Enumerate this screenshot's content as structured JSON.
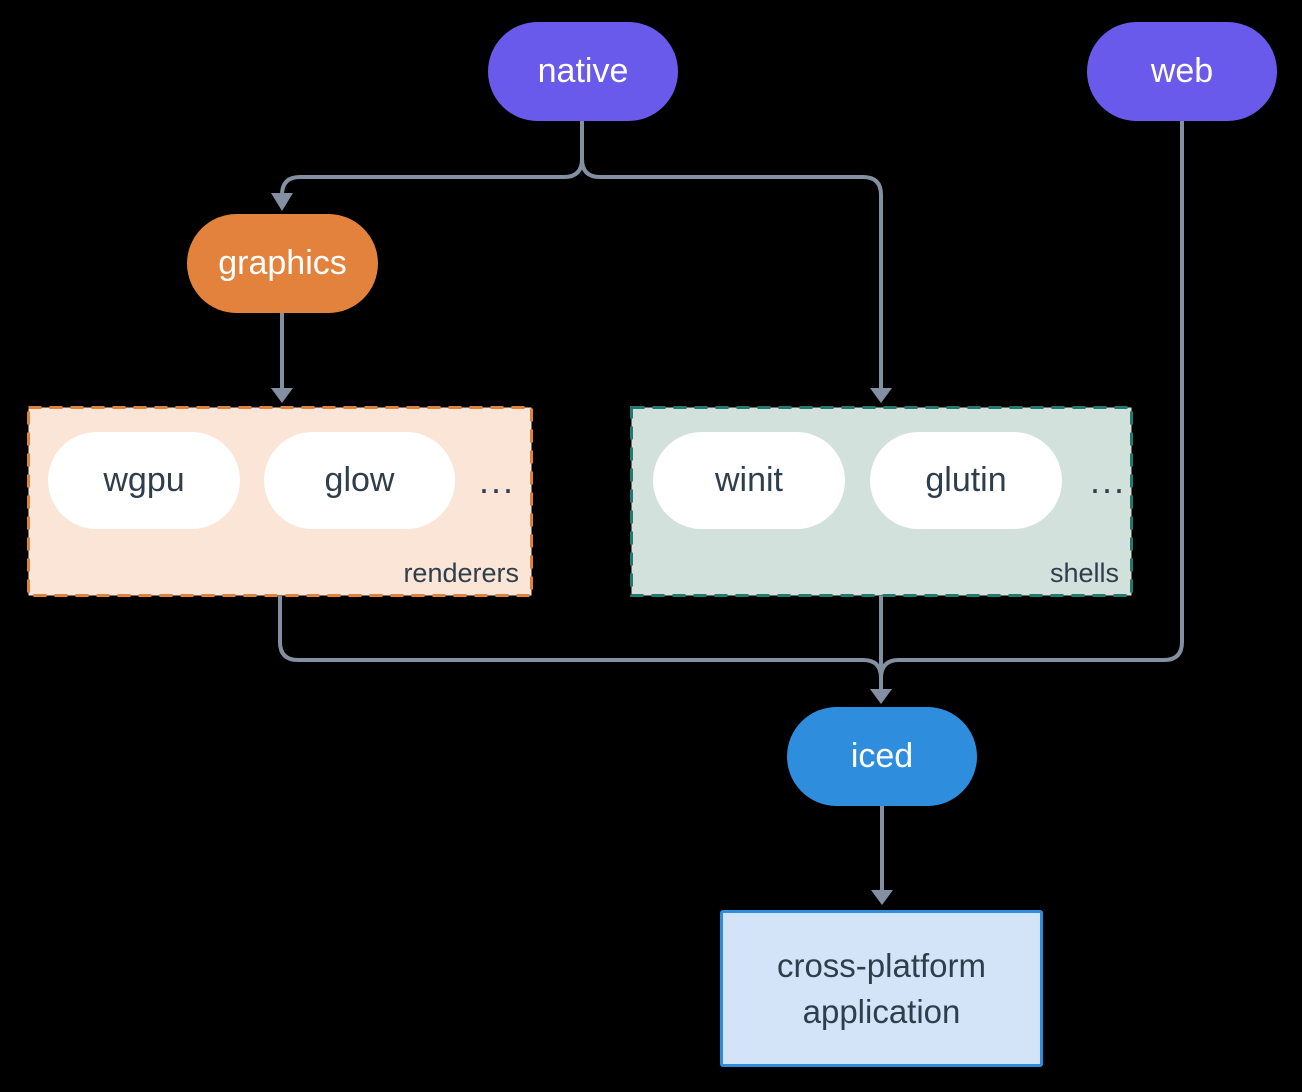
{
  "nodes": {
    "native": "native",
    "web": "web",
    "graphics": "graphics",
    "iced": "iced",
    "application_line1": "cross-platform",
    "application_line2": "application"
  },
  "groups": {
    "renderers": {
      "label": "renderers",
      "items": [
        "wgpu",
        "glow"
      ],
      "ellipsis": "..."
    },
    "shells": {
      "label": "shells",
      "items": [
        "winit",
        "glutin"
      ],
      "ellipsis": "..."
    }
  },
  "edges": [
    {
      "from": "native",
      "to": "graphics"
    },
    {
      "from": "native",
      "to": "shells"
    },
    {
      "from": "graphics",
      "to": "renderers"
    },
    {
      "from": "renderers",
      "to": "iced"
    },
    {
      "from": "shells",
      "to": "iced"
    },
    {
      "from": "web",
      "to": "iced"
    },
    {
      "from": "iced",
      "to": "cross-platform application"
    }
  ],
  "colors": {
    "purple": "#695aeb",
    "orange_pill": "#e2823c",
    "orange_border": "#e0813c",
    "renderers_fill": "#fbe5d6",
    "shells_fill": "#d3e1dc",
    "shells_border": "#217a6c",
    "iced_blue": "#2e8ddc",
    "app_fill": "#d4e4f8",
    "connector_gray": "#8390a2",
    "dark_text": "#2f3e4d",
    "background": "#000000"
  }
}
